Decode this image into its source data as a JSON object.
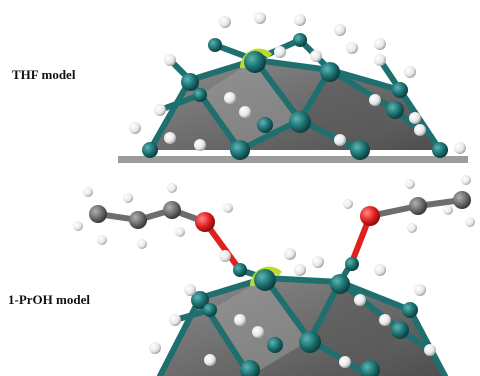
{
  "panels": {
    "thf": {
      "label": "THF model"
    },
    "proh": {
      "label": "1-PrOH model"
    }
  },
  "colors": {
    "background": "#ffffff",
    "cluster_face": "#707070",
    "cluster_edge": "#1f6f6f",
    "teal_atom": "#1e7676",
    "hydrogen": "#f2f2f2",
    "oxygen": "#e0201f",
    "carbon": "#6d6d6d",
    "highlight_arc": "#b8dc2c",
    "surface": "#9c9c9c"
  },
  "icons": {
    "teal_atom": "metal-atom-sphere",
    "hydrogen": "hydrogen-atom-sphere",
    "oxygen": "oxygen-atom-sphere",
    "carbon": "carbon-atom-sphere"
  }
}
